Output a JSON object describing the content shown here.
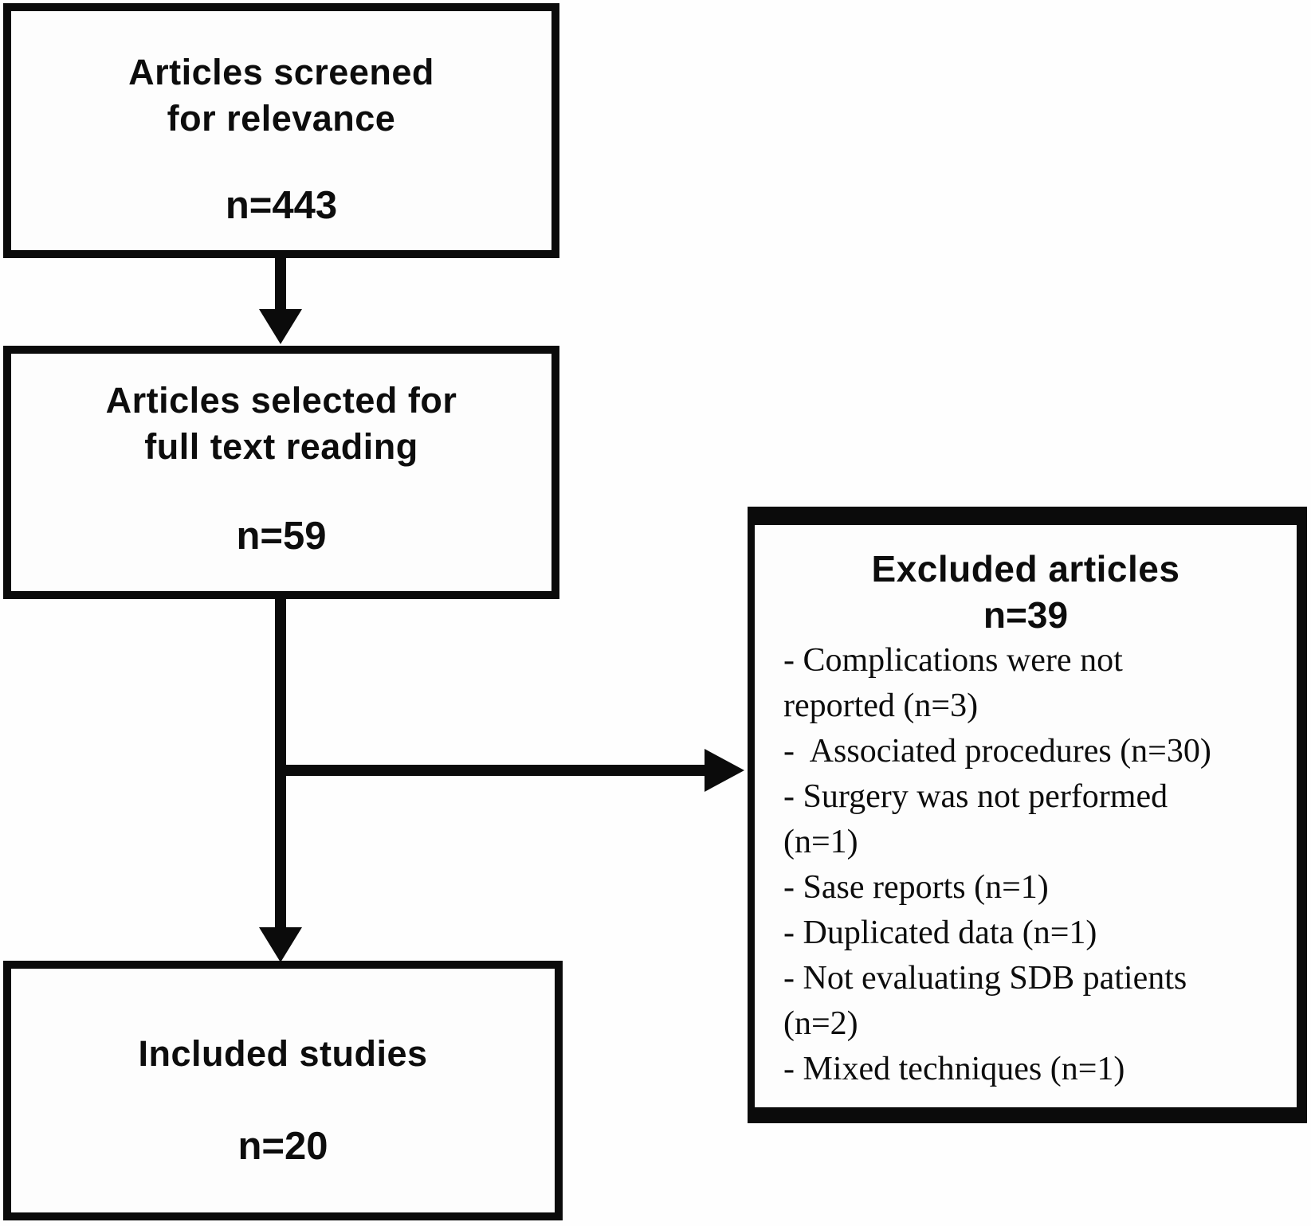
{
  "diagram": {
    "type": "flowchart",
    "description": "Article screening flow diagram (PRISMA-style)"
  },
  "nodes": {
    "screened": {
      "title_lines": [
        "Articles screened",
        "for relevance"
      ],
      "count": "n=443"
    },
    "selected": {
      "title_lines": [
        "Articles selected for",
        "full text reading"
      ],
      "count": "n=59"
    },
    "included": {
      "title_lines": [
        "Included studies"
      ],
      "count": "n=20"
    },
    "excluded": {
      "title": "Excluded articles",
      "count": "n=39",
      "lines": [
        "- Complications were not",
        "reported (n=3)",
        "-  Associated procedures (n=30)",
        "- Surgery was not performed",
        "(n=1)",
        "- Sase reports (n=1)",
        "- Duplicated data (n=1)",
        "- Not evaluating SDB patients",
        "(n=2)",
        "- Mixed techniques (n=1)"
      ]
    }
  },
  "colors": {
    "ink": "#0b0b0b",
    "background": "#fefefe"
  }
}
